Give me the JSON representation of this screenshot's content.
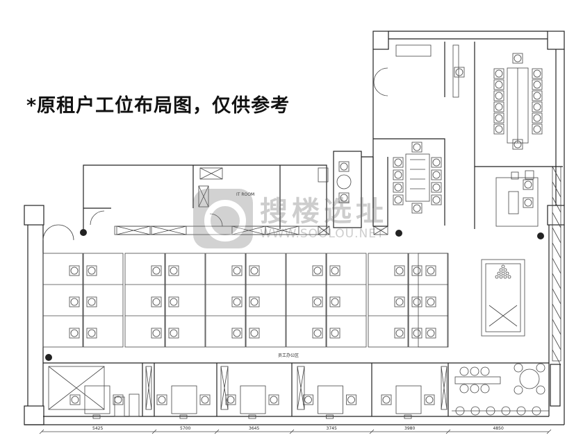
{
  "title": "*原租户工位布局图，仅供参考",
  "rooms": {
    "it_room": "IT ROOM",
    "open_office": "员工办公区"
  },
  "dimensions": [
    "5425",
    "5700",
    "3645",
    "3745",
    "3980",
    "4850"
  ],
  "watermark": {
    "cn": "搜楼选址",
    "en": "WWW.SOOLOU.NET"
  }
}
